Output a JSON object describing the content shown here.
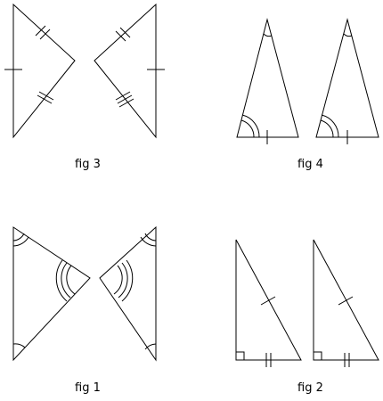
{
  "captions": {
    "fig3": "fig 3",
    "fig4": "fig 4",
    "fig1": "fig 1",
    "fig2": "fig 2"
  },
  "colors": {
    "ink": "#000000",
    "background": "#ffffff"
  }
}
